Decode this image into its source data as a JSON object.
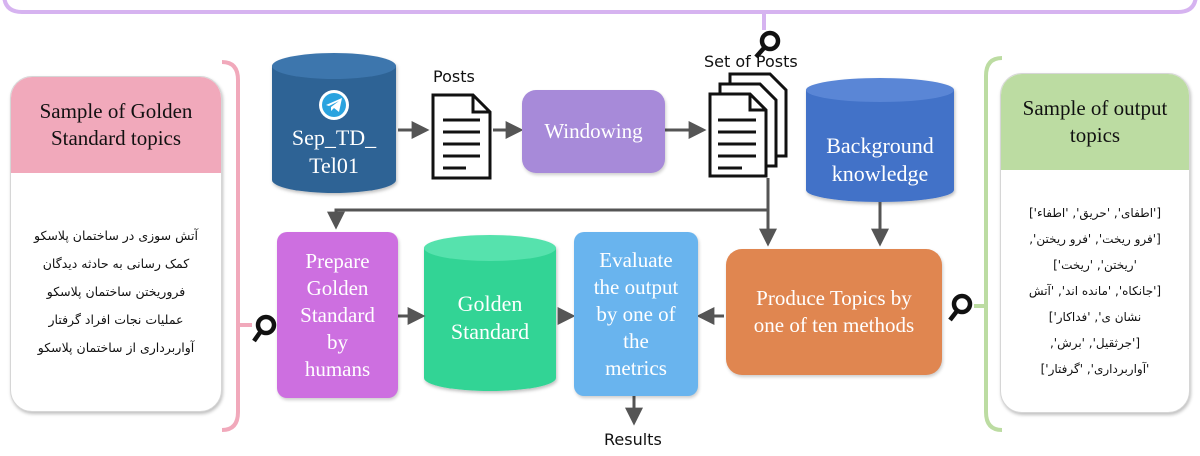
{
  "colors": {
    "accent_purple": "#d6b3f0",
    "accent_pink": "#f1a9bb",
    "accent_green": "#bcdca2",
    "telegram_db": "#2e6395",
    "windowing": "#a78ad9",
    "background_db": "#4272c8",
    "prepare": "#cd6fe0",
    "golden_db": "#33d495",
    "evaluate": "#69b4ee",
    "produce": "#e08650",
    "arrow": "#555555"
  },
  "nodes": {
    "telegram_db": {
      "label": "Sep_TD_\nTel01",
      "icon": "telegram-icon"
    },
    "posts_label": "Posts",
    "set_of_posts_label": "Set of Posts",
    "windowing": "Windowing",
    "background_knowledge": "Background\nknowledge",
    "prepare": "Prepare\nGolden\nStandard\nby\nhumans",
    "golden_standard": "Golden\nStandard",
    "evaluate": "Evaluate\nthe output\nby one of\nthe\nmetrics",
    "produce": "Produce Topics by\none of ten methods",
    "results": "Results"
  },
  "left_panel": {
    "title": "Sample of Golden\nStandard topics",
    "lines": [
      "آتش سوزی در ساختمان پلاسکو",
      "کمک رسانی به حادثه دیدگان",
      "فروریختن ساختمان پلاسکو",
      "عملیات نجات افراد گرفتار",
      "آواربرداری از ساختمان پلاسکو"
    ]
  },
  "right_panel": {
    "title": "Sample of output\ntopics",
    "lines": [
      "['اطفای', 'حریق', 'اطفاء']",
      "['فرو ریخت', 'فرو ریختن',",
      "'ریختن', 'ریخت']",
      "['جانکاه', 'مانده اند', 'آتش",
      "نشان ی', 'فداکار']",
      "['جرثقیل', 'برش',",
      "'آواربرداری', 'گرفتار']"
    ]
  },
  "icons": [
    "telegram-icon",
    "document-icon",
    "document-stack-icon",
    "magnifier-icon"
  ]
}
